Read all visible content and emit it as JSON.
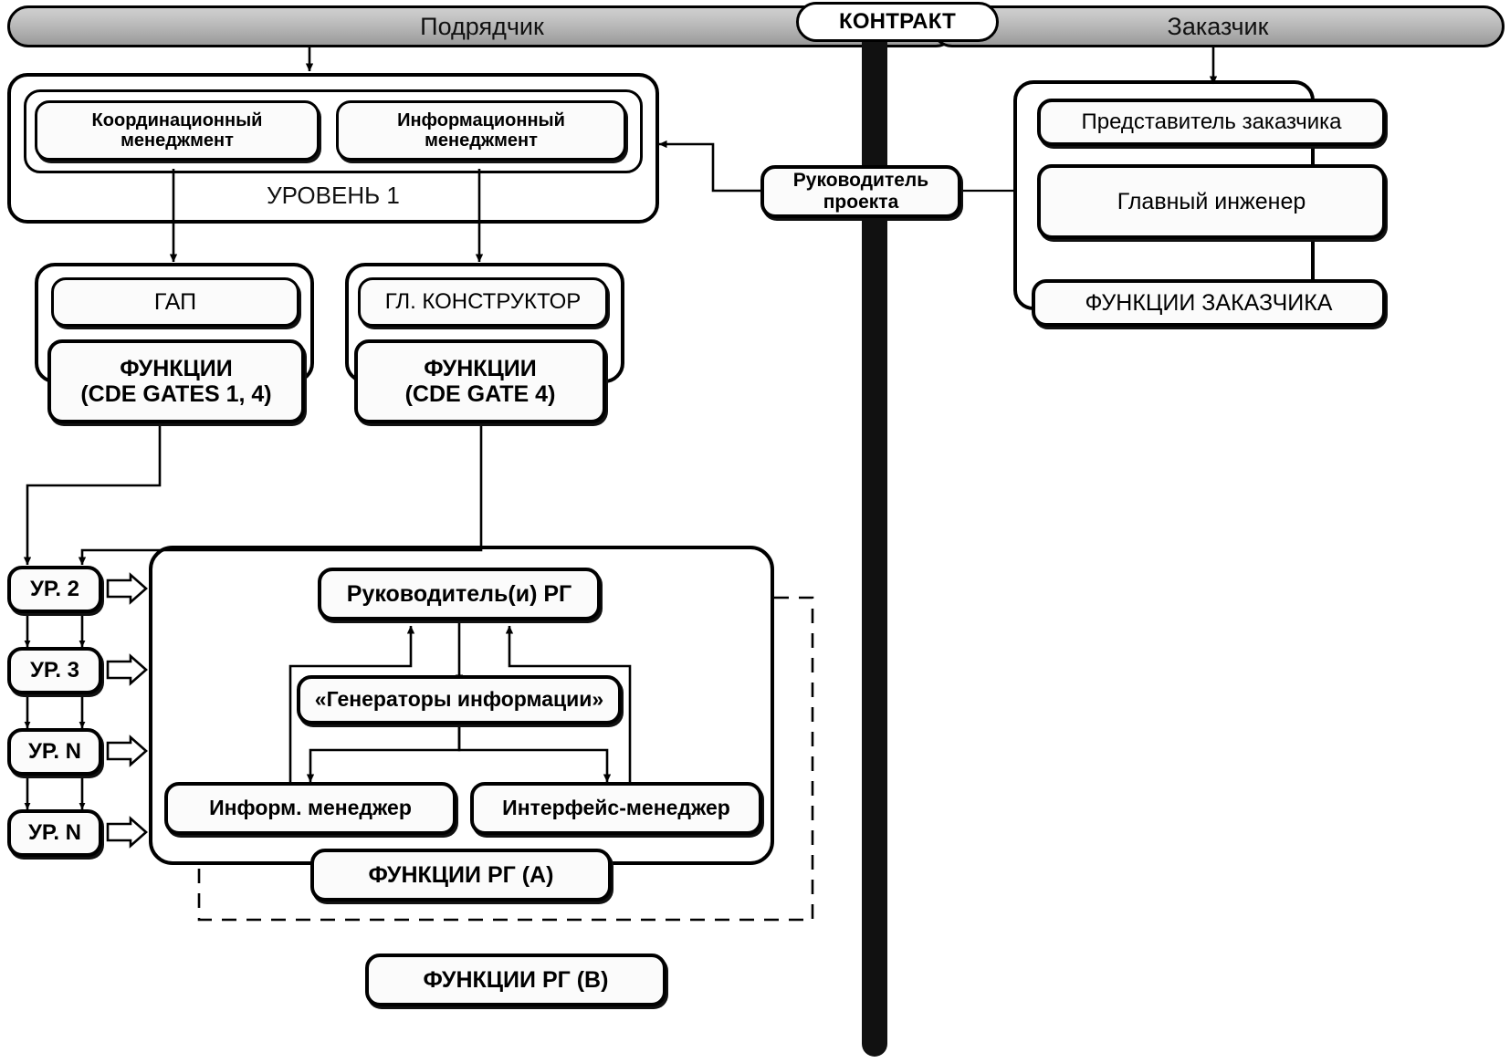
{
  "diagram": {
    "title_left": "Подрядчик",
    "title_right": "Заказчик",
    "contract_badge": "КОНТРАКТ"
  },
  "contractor": {
    "level1": {
      "label": "УРОВЕНЬ 1",
      "cells": [
        {
          "label": "Координационный\nменеджмент"
        },
        {
          "label": "Информационный\nменеджмент"
        }
      ]
    },
    "roles": [
      {
        "title": "ГАП",
        "functions_line1": "ФУНКЦИИ",
        "functions_line2": "(CDE GATES 1, 4)"
      },
      {
        "title": "ГЛ. КОНСТРУКТОР",
        "functions_line1": "ФУНКЦИИ",
        "functions_line2": "(CDE GATE 4)"
      }
    ],
    "levels": [
      {
        "label": "УР. 2"
      },
      {
        "label": "УР. 3"
      },
      {
        "label": "УР. N"
      },
      {
        "label": "УР. N"
      }
    ]
  },
  "workgroup": {
    "leader": "Руководитель(и) РГ",
    "generators": "«Генераторы информации»",
    "managers": [
      {
        "label": "Информ. менеджер"
      },
      {
        "label": "Интерфейс-менеджер"
      }
    ],
    "functions_a": "ФУНКЦИИ РГ (А)",
    "functions_b": "ФУНКЦИИ РГ (В)"
  },
  "project_manager": {
    "line1": "Руководитель",
    "line2": "проекта"
  },
  "client": {
    "items": [
      {
        "label": "Представитель заказчика"
      },
      {
        "label": "Главный инженер"
      }
    ],
    "functions": "ФУНКЦИИ ЗАКАЗЧИКА"
  },
  "colors": {
    "ink": "#000000",
    "paper": "#ffffff",
    "banner_light": "#cfcfcf",
    "banner_dark": "#9a9a9a",
    "node_fill": "#fbfbfb"
  }
}
